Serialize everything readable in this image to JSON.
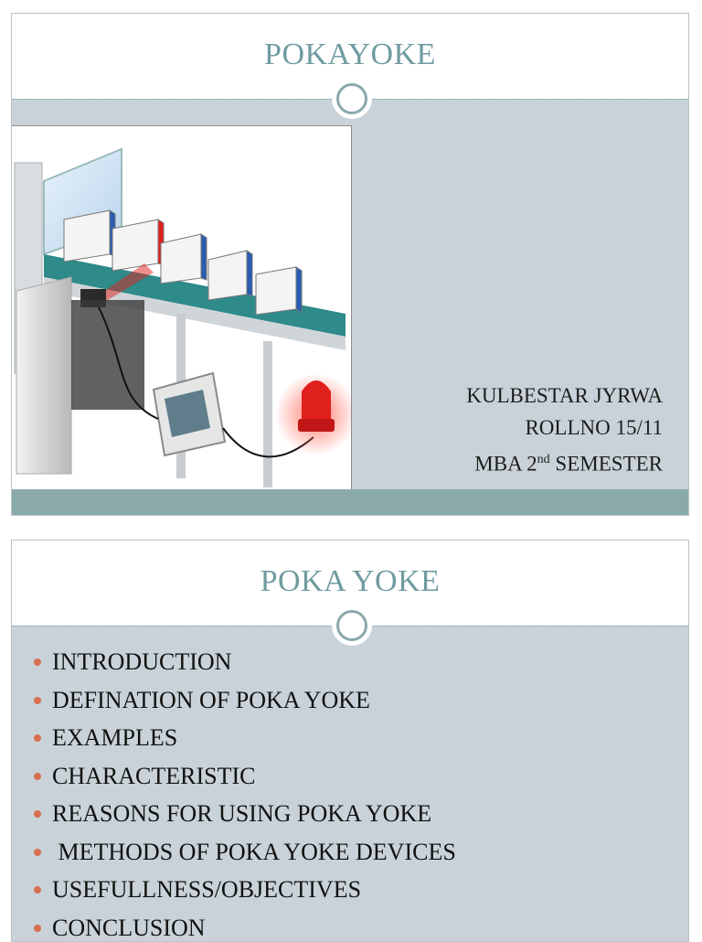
{
  "slide1": {
    "title": "POKAYOKE",
    "author": {
      "name": "KULBESTAR JYRWA",
      "roll": "ROLLNO 15/11",
      "program_prefix": "MBA 2",
      "program_sup": "nd",
      "program_suffix": " SEMESTER"
    },
    "illustration": {
      "description_icon": "conveyor-sensor-alarm-illustration",
      "colors": {
        "conveyor": "#2f8a8a",
        "box_blue": "#2a5db0",
        "alarm": "#e0201c"
      }
    }
  },
  "slide2": {
    "title": "POKA YOKE",
    "bullets": [
      "INTRODUCTION",
      "DEFINATION OF POKA YOKE",
      "EXAMPLES",
      "CHARACTERISTIC",
      "REASONS FOR USING POKA YOKE",
      " METHODS OF POKA YOKE DEVICES",
      "USEFULLNESS/OBJECTIVES",
      "CONCLUSION"
    ],
    "bullet_color": "#d87050"
  },
  "theme": {
    "title_color": "#6f9ba0",
    "slide_bg": "#c8d2d8",
    "footer_band": "#8aa9ab"
  }
}
